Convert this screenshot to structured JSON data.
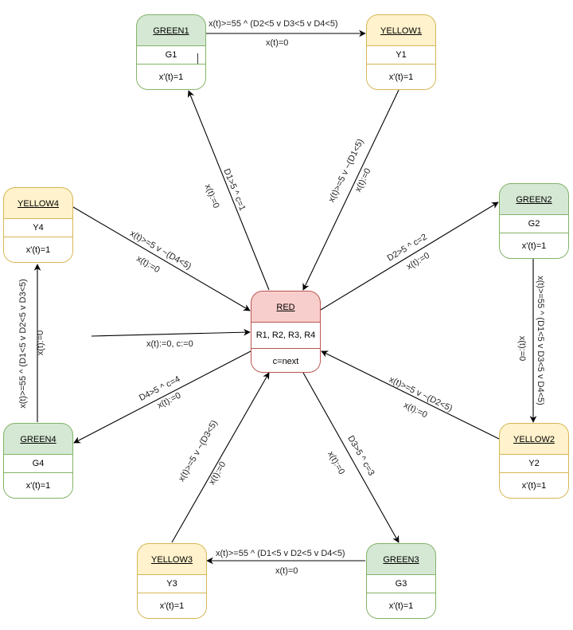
{
  "states": {
    "green1": {
      "name": "GREEN1",
      "output": "G1",
      "dynamics": "x'(t)=1"
    },
    "yellow1": {
      "name": "YELLOW1",
      "output": "Y1",
      "dynamics": "x'(t)=1"
    },
    "green2": {
      "name": "GREEN2",
      "output": "G2",
      "dynamics": "x'(t)=1"
    },
    "yellow2": {
      "name": "YELLOW2",
      "output": "Y2",
      "dynamics": "x'(t)=1"
    },
    "green3": {
      "name": "GREEN3",
      "output": "G3",
      "dynamics": "x'(t)=1"
    },
    "yellow3": {
      "name": "YELLOW3",
      "output": "Y3",
      "dynamics": "x'(t)=1"
    },
    "green4": {
      "name": "GREEN4",
      "output": "G4",
      "dynamics": "x'(t)=1"
    },
    "yellow4": {
      "name": "YELLOW4",
      "output": "Y4",
      "dynamics": "x'(t)=1"
    },
    "red": {
      "name": "RED",
      "output": "R1, R2, R3, R4",
      "dynamics": "c=next"
    }
  },
  "transitions": {
    "initial": {
      "text": "x(t):=0, c:=0"
    },
    "green1_yellow1": {
      "guard": "x(t)>=55 ^ (D2<5 v D3<5 v D4<5)",
      "reset": "x(t)=0"
    },
    "yellow1_red": {
      "guard": "x(t)>=5 v ~(D1<5)",
      "reset": "x(t):=0"
    },
    "red_green1": {
      "guard": "D1>5 ^ c=1",
      "reset": "x(t):=0"
    },
    "red_green2": {
      "guard": "D2>5 ^ c=2",
      "reset": "x(t):=0"
    },
    "green2_yellow2": {
      "guard": "x(t)>=55 ^ (D1<5 v D3<5 v D4<5)",
      "reset": "x(t):=0"
    },
    "yellow2_red": {
      "guard": "x(t)>=5 v ~(D2<5)",
      "reset": "x(t):=0"
    },
    "red_green3": {
      "guard": "D3>5 ^ c=3",
      "reset": "x(t):=0"
    },
    "green3_yellow3": {
      "guard": "x(t)>=55 ^ (D1<5 v D2<5 v D4<5)",
      "reset": "x(t)=0"
    },
    "yellow3_red": {
      "guard": "x(t)>=5 v ~(D3<5)",
      "reset": "x(t):=0"
    },
    "red_green4": {
      "guard": "D4>5 ^ c=4",
      "reset": "x(t):=0"
    },
    "green4_yellow4": {
      "guard": "x(t)>=55 ^ (D1<5 v D2<5 v D3<5)",
      "reset": "x(t):=0"
    },
    "yellow4_red": {
      "guard": "x(t)>=5 v ~(D4<5)",
      "reset": "x(t):=0"
    }
  },
  "colors": {
    "green_fill": "#d5e8d4",
    "green_stroke": "#82b366",
    "yellow_fill": "#fff2cc",
    "yellow_stroke": "#d6b656",
    "red_fill": "#f8cecc",
    "red_stroke": "#b85450",
    "edge": "#000000"
  }
}
